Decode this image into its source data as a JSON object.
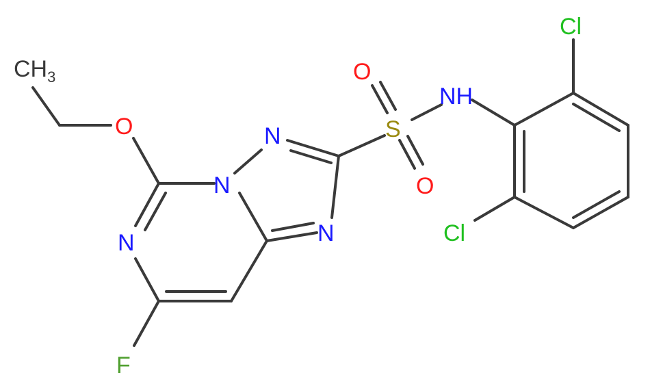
{
  "colors": {
    "bond": "#3a3a3a",
    "carbon": "#3a3a3a",
    "nitrogen": "#1a1aff",
    "oxygen": "#ff1a1a",
    "sulfur": "#9a8a10",
    "chlorine": "#20c020",
    "fluorine": "#50a030"
  },
  "atoms": {
    "ch3_main": "CH",
    "ch3_sub": "3",
    "o_ether": "O",
    "n1": "N",
    "n2": "N",
    "n3": "N",
    "s": "S",
    "o_top": "O",
    "o_bottom": "O",
    "nh": "NH",
    "cl_top": "Cl",
    "cl_bottom": "Cl",
    "f": "F"
  }
}
